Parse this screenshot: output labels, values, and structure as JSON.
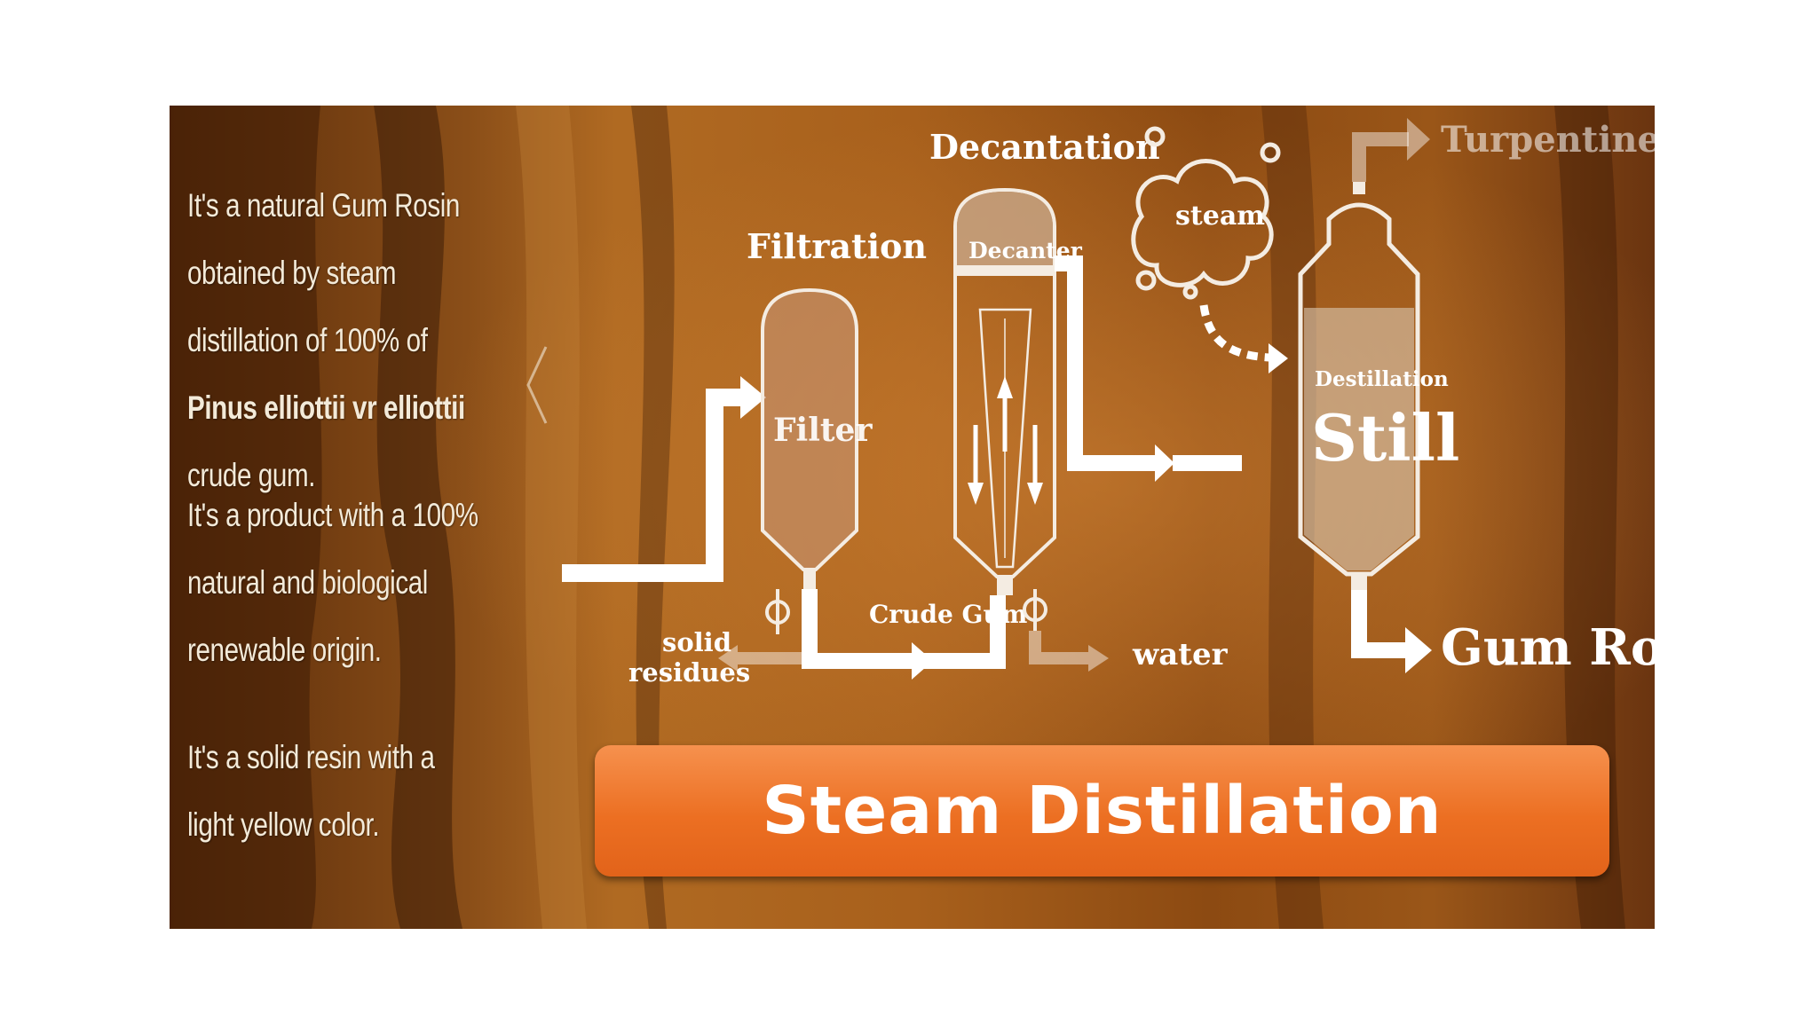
{
  "intro": {
    "p1": {
      "t1": "It's a natural Gum Rosin obtained by steam distillation of 100% of ",
      "b1": "Pinus elliottii vr elliottii",
      "t2": " crude gum."
    },
    "p2": "It's a product with a 100% natural and biological renewable origin.",
    "p3": "It's a solid resin with a light yellow color."
  },
  "diagram": {
    "filtration": "Filtration",
    "filter": "Filter",
    "decantation": "Decantation",
    "decanter": "Decanter",
    "steam": "steam",
    "destillation": "Destillation",
    "still": "Still",
    "turpentine": "Turpentine",
    "gum_rosin": "Gum Rosin",
    "crude_gum": "Crude Gum",
    "water": "water",
    "solid": "solid",
    "residues": "residues"
  },
  "banner": {
    "title": "Steam Distillation"
  },
  "colors": {
    "accent": "#ec6f22",
    "background": "#7a3f10"
  },
  "icons": {
    "prev": "chevron-left-icon"
  }
}
